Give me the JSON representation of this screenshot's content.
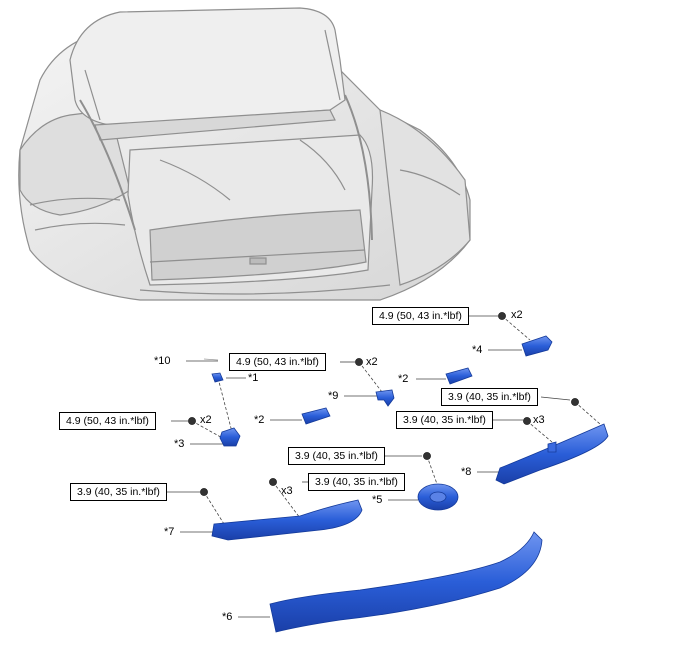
{
  "torque_specs": {
    "t1": "4.9 (50, 43 in.*lbf)",
    "t2": "4.9 (50, 43 in.*lbf)",
    "t3": "4.9 (50, 43 in.*lbf)",
    "t4": "3.9 (40, 35 in.*lbf)",
    "t5": "3.9 (40, 35 in.*lbf)",
    "t6": "3.9 (40, 35 in.*lbf)",
    "t7": "3.9 (40, 35 in.*lbf)",
    "t8": "3.9 (40, 35 in.*lbf)"
  },
  "quantities": {
    "q1": "x2",
    "q2": "x2",
    "q3": "x2",
    "q4": "x3",
    "q5": "x3"
  },
  "callouts": {
    "c1": "*1",
    "c2a": "*2",
    "c2b": "*2",
    "c3": "*3",
    "c4": "*4",
    "c5": "*5",
    "c6": "*6",
    "c7": "*7",
    "c8": "*8",
    "c9": "*9",
    "c10": "*10"
  },
  "colors": {
    "part_fill": "#2a5ed8",
    "part_dark": "#1a3fa8",
    "part_light": "#6f95f0",
    "bolt": "#333333",
    "vehicle_line": "#8f8f8f"
  }
}
